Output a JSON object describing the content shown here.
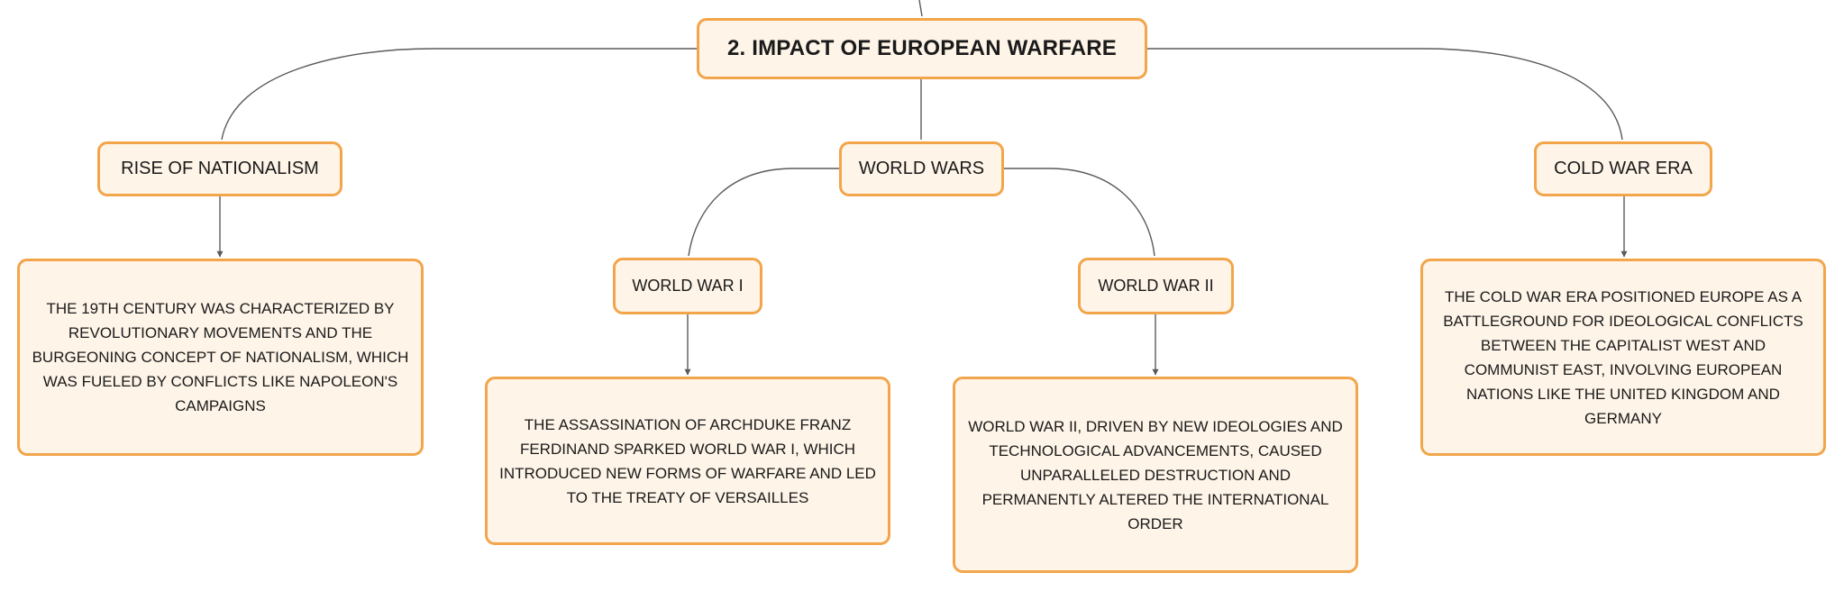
{
  "diagram": {
    "root": {
      "label": "2. IMPACT OF EUROPEAN WARFARE"
    },
    "branches": [
      {
        "label": "RISE OF NATIONALISM",
        "detail": "THE 19TH CENTURY WAS CHARACTERIZED BY REVOLUTIONARY MOVEMENTS AND THE BURGEONING CONCEPT OF NATIONALISM, WHICH WAS FUELED BY CONFLICTS LIKE NAPOLEON'S CAMPAIGNS"
      },
      {
        "label": "WORLD WARS",
        "children": [
          {
            "label": "WORLD WAR I",
            "detail": "THE ASSASSINATION OF ARCHDUKE FRANZ FERDINAND SPARKED WORLD WAR I, WHICH INTRODUCED NEW FORMS OF WARFARE AND LED TO THE TREATY OF VERSAILLES"
          },
          {
            "label": "WORLD WAR II",
            "detail": "WORLD WAR II, DRIVEN BY NEW IDEOLOGIES AND TECHNOLOGICAL ADVANCEMENTS, CAUSED UNPARALLELED DESTRUCTION AND PERMANENTLY ALTERED THE INTERNATIONAL ORDER"
          }
        ]
      },
      {
        "label": "COLD WAR ERA",
        "detail": "THE COLD WAR ERA POSITIONED EUROPE AS A BATTLEGROUND FOR IDEOLOGICAL CONFLICTS BETWEEN THE CAPITALIST WEST AND COMMUNIST EAST, INVOLVING EUROPEAN NATIONS LIKE THE UNITED KINGDOM AND GERMANY"
      }
    ]
  },
  "colors": {
    "node_fill": "#fef4e8",
    "node_border": "#f2a54b",
    "connector": "#5a5a5a",
    "text": "#1a1a1a"
  }
}
